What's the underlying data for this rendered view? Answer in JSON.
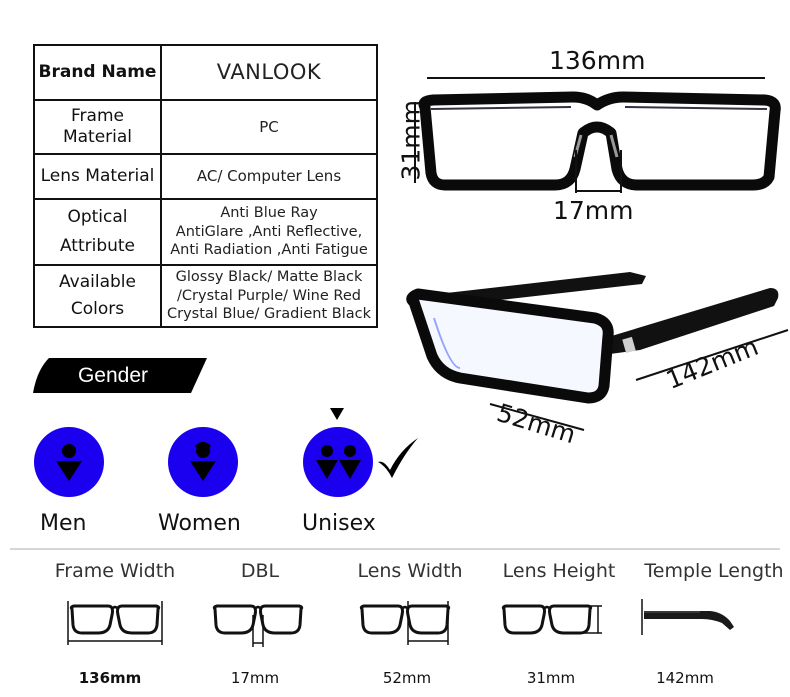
{
  "specs": {
    "brand_key": "Brand Name",
    "brand_value": "VANLOOK",
    "frame_key_1": "Frame",
    "frame_key_2": "Material",
    "frame_value": "PC",
    "lens_key": "Lens Material",
    "lens_value": "AC/ Computer Lens",
    "optical_key_1": "Optical",
    "optical_key_2": "Attribute",
    "optical_value_1": "Anti Blue Ray",
    "optical_value_2": "AntiGlare ,Anti Reflective,",
    "optical_value_3": "Anti Radiation ,Anti Fatigue",
    "colors_key_1": "Available",
    "colors_key_2": "Colors",
    "colors_value_1": "Glossy Black/ Matte Black",
    "colors_value_2": "/Crystal Purple/ Wine Red",
    "colors_value_3": "Crystal Blue/ Gradient Black"
  },
  "gender": {
    "title": "Gender",
    "options": [
      "Men",
      "Women",
      "Unisex"
    ],
    "selected": "Unisex",
    "circle_color": "#1a00ee"
  },
  "dimensions_top": {
    "frame_width": "136mm",
    "lens_height": "31mm",
    "bridge": "17mm",
    "lens_width": "52mm",
    "temple_length": "142mm"
  },
  "measurements": [
    {
      "label": "Frame Width",
      "value": "136mm"
    },
    {
      "label": "DBL",
      "value": "17mm"
    },
    {
      "label": "Lens Width",
      "value": "52mm"
    },
    {
      "label": "Lens Height",
      "value": "31mm"
    },
    {
      "label": "Temple Length",
      "value": "142mm"
    }
  ]
}
